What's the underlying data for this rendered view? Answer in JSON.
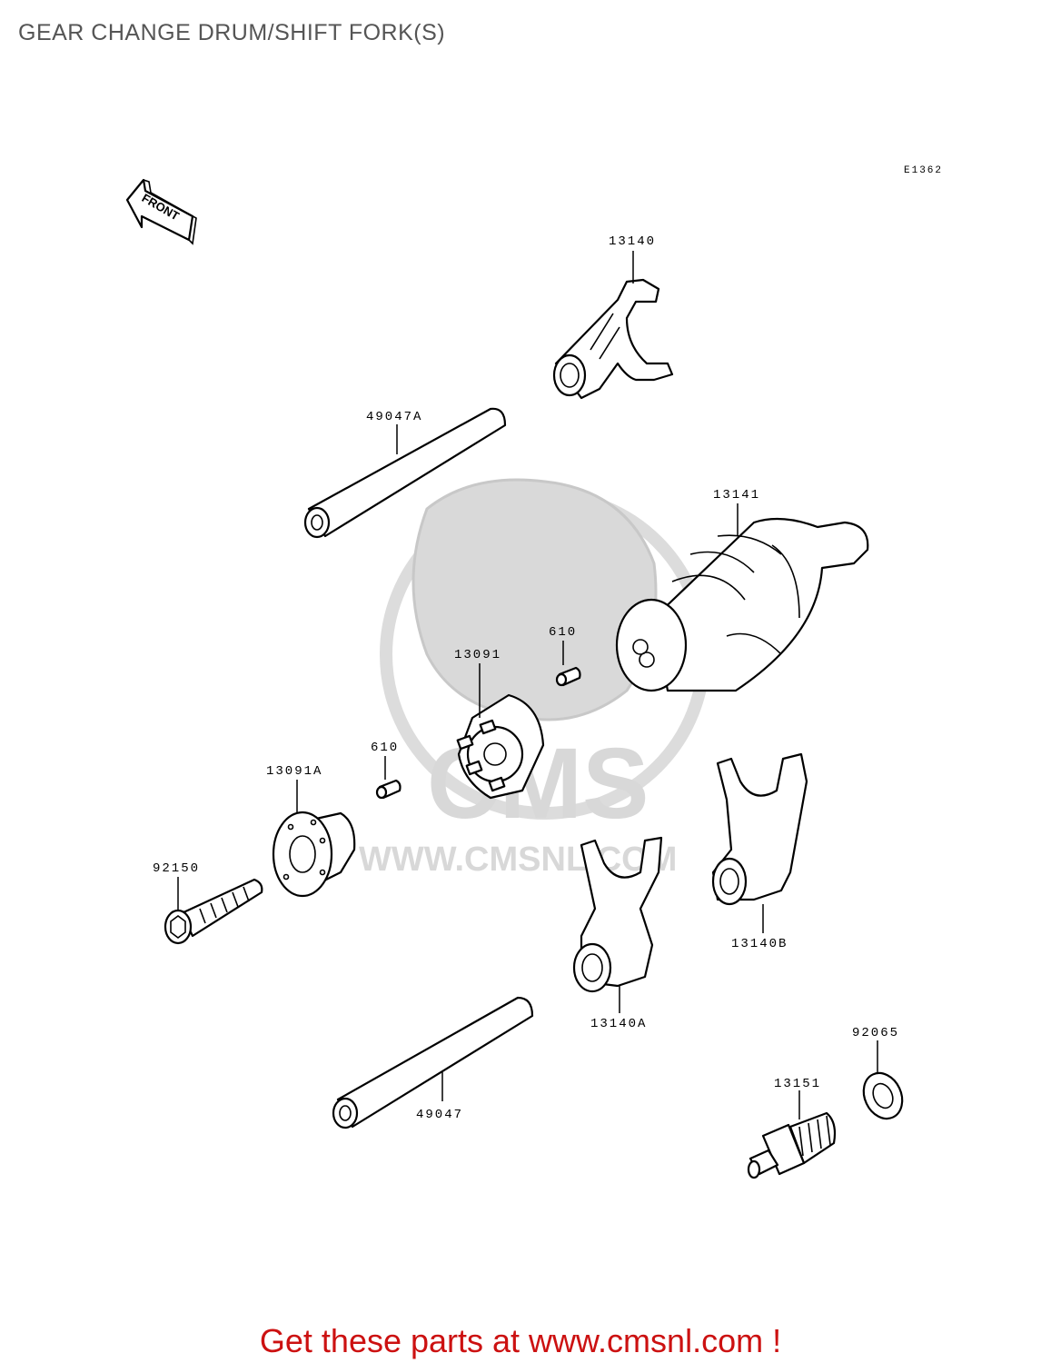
{
  "title": "GEAR CHANGE DRUM/SHIFT FORK(S)",
  "ref_code": "E1362",
  "front_marker": "FRONT",
  "watermark": {
    "url": "WWW.CMSNL.COM",
    "logo_text": "CMS"
  },
  "parts": [
    {
      "id": "p-13140",
      "label": "13140"
    },
    {
      "id": "p-49047A",
      "label": "49047A"
    },
    {
      "id": "p-13141",
      "label": "13141"
    },
    {
      "id": "p-610-a",
      "label": "610"
    },
    {
      "id": "p-13091",
      "label": "13091"
    },
    {
      "id": "p-610-b",
      "label": "610"
    },
    {
      "id": "p-13091A",
      "label": "13091A"
    },
    {
      "id": "p-92150",
      "label": "92150"
    },
    {
      "id": "p-13140B",
      "label": "13140B"
    },
    {
      "id": "p-13140A",
      "label": "13140A"
    },
    {
      "id": "p-92065",
      "label": "92065"
    },
    {
      "id": "p-13151",
      "label": "13151"
    },
    {
      "id": "p-49047",
      "label": "49047"
    }
  ],
  "footer_text": "Get these parts at www.cmsnl.com !",
  "colors": {
    "title": "#555555",
    "footer": "#cc1111",
    "watermark": "#d9d9d9"
  }
}
